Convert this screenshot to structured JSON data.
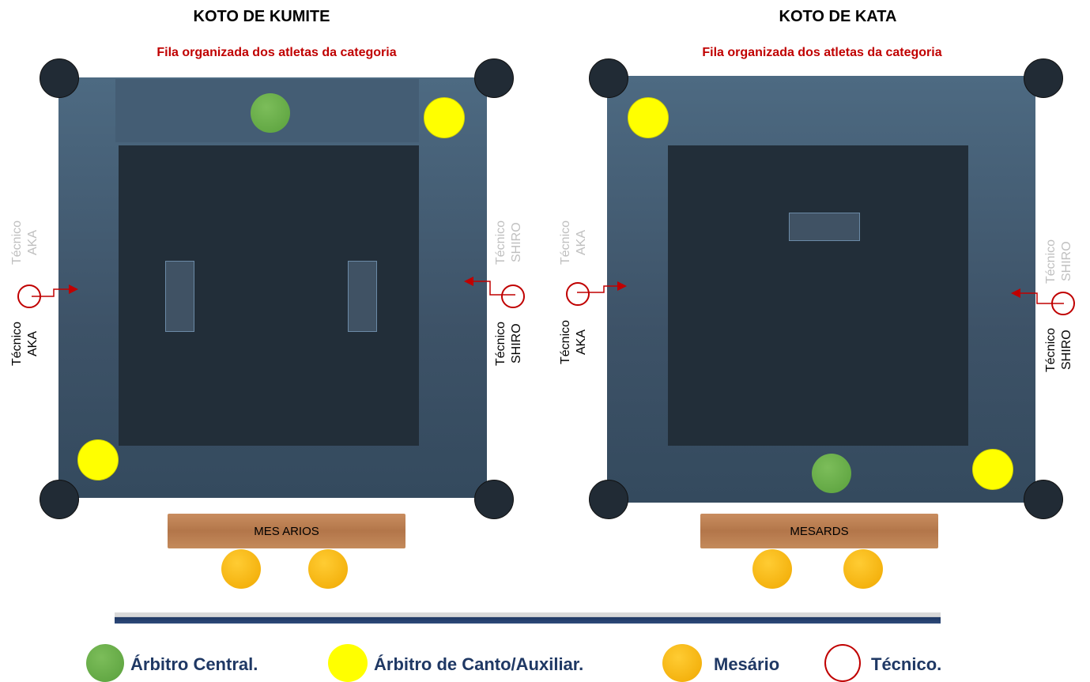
{
  "kumite": {
    "title": "KOTO DE KUMITE",
    "queue_label": "Fila organizada dos atletas da categoria",
    "table_label": "MES ARIOS",
    "coach_left_ghost": "Técnico AKA",
    "coach_left": "Técnico AKA",
    "coach_right_ghost": "Técnico SHIRO",
    "coach_right": "Técnico SHIRO"
  },
  "kata": {
    "title": "KOTO DE KATA",
    "queue_label": "Fila organizada dos atletas da categoria",
    "table_label": "MESARDS",
    "coach_left_ghost": "Técnico AKA",
    "coach_left": "Técnico AKA",
    "coach_right_ghost": "Técnico SHIRO",
    "coach_right": "Técnico SHIRO"
  },
  "legend": {
    "central": "Árbitro Central.",
    "corner": "Árbitro de Canto/Auxiliar.",
    "table": "Mesário",
    "coach": "Técnico."
  },
  "colors": {
    "central_referee": "#6aaf48",
    "corner_referee": "#ffff00",
    "table_official": "#f7b500",
    "coach": "#c00000",
    "arrow": "#c00000"
  }
}
